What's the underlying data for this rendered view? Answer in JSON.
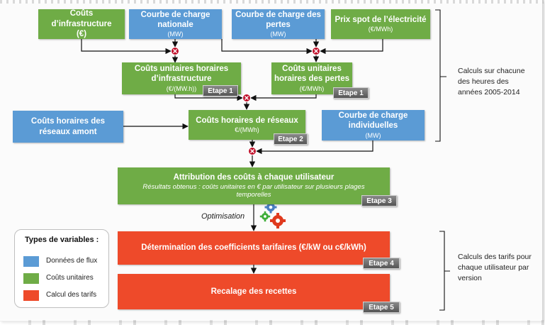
{
  "colors": {
    "flux": "#5b9bd5",
    "unit_costs": "#6fac46",
    "tariffs": "#ee4a2a",
    "step_badge": "#5a5a5a",
    "multiply_node": "#c0102a"
  },
  "boxes": {
    "couts_infra": {
      "title": "Coûts d’infrastructure (€)"
    },
    "charge_nationale": {
      "title": "Courbe de charge nationale",
      "unit": "(MW)"
    },
    "charge_pertes": {
      "title": "Courbe de charge des pertes",
      "unit": "(MW)"
    },
    "prix_spot": {
      "title": "Prix spot de l’électricité",
      "unit": "(€/MWh)"
    },
    "unit_infra": {
      "title": "Coûts unitaires horaires d’infrastructure",
      "unit": "(€/(MW.h))"
    },
    "unit_pertes": {
      "title": "Coûts unitaires horaires des pertes",
      "unit": "(€/MWh)"
    },
    "amont": {
      "title": "Coûts horaires des réseaux amont"
    },
    "reseaux": {
      "title": "Coûts horaires de réseaux",
      "unit": "€/(MWh)"
    },
    "individuelles": {
      "title": "Courbe de charge individuelles",
      "unit": "(MW)"
    },
    "attribution": {
      "title": "Attribution des coûts à chaque utilisateur",
      "subtitle": "Résultats obtenus : coûts unitaires en € par utilisateur sur plusieurs plages temporelles"
    },
    "coefficients": {
      "title": "Détermination des coefficients tarifaires (€/kW ou c€/kWh)"
    },
    "recalage": {
      "title": "Recalage des recettes"
    }
  },
  "steps": {
    "etape1a": "Etape 1",
    "etape1b": "Etape 1",
    "etape2": "Etape 2",
    "etape3": "Etape 3",
    "etape4": "Etape 4",
    "etape5": "Etape 5"
  },
  "optimisation": "Optimisation",
  "side_notes": {
    "calc_hours": "Calculs sur chacune des heures des années 2005-2014",
    "calc_tariffs": "Calculs des tarifs pour chaque utilisateur par version"
  },
  "legend": {
    "title": "Types de variables :",
    "items": [
      "Données de flux",
      "Coûts unitaires",
      "Calcul des tarifs"
    ]
  },
  "icons": {
    "multiply": "multiply-node-icon",
    "gears": "gears-icon"
  }
}
